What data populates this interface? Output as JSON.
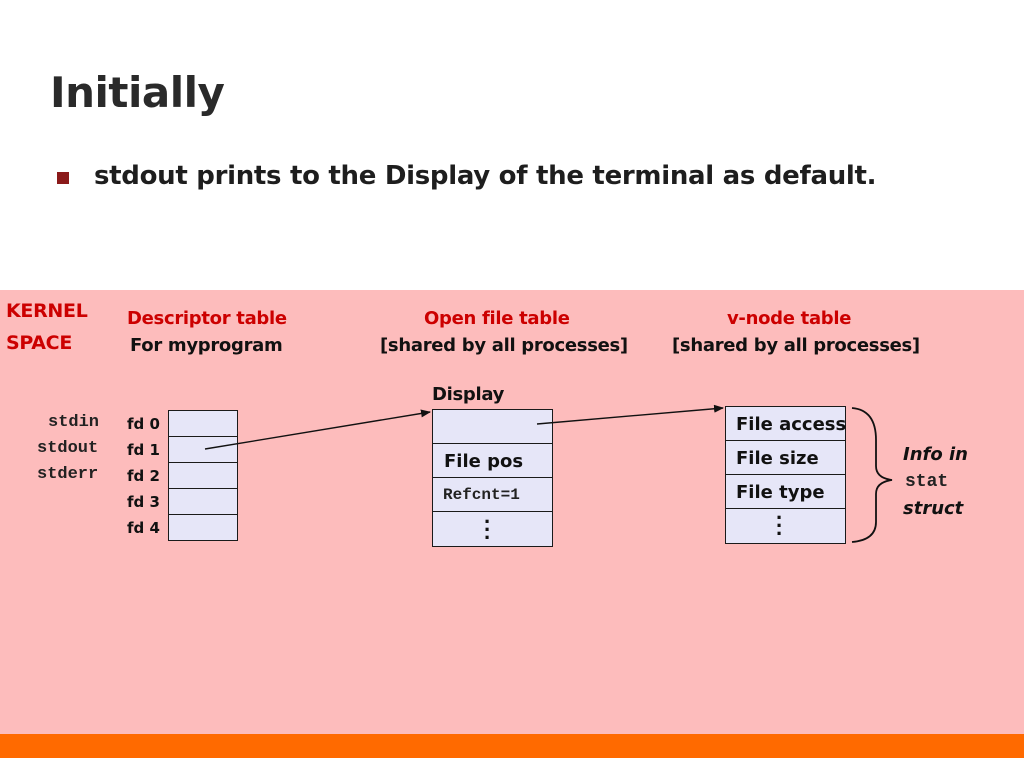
{
  "slide": {
    "title": "Initially",
    "bullet": "stdout prints to the Display of the terminal as default."
  },
  "kernel_label": [
    "KERNEL",
    "SPACE"
  ],
  "descriptor_table": {
    "header": "Descriptor table",
    "subheader": "For myprogram",
    "std_names": [
      "stdin",
      "stdout",
      "stderr"
    ],
    "fds": [
      "fd 0",
      "fd 1",
      "fd 2",
      "fd 3",
      "fd 4"
    ]
  },
  "open_file_table": {
    "header": "Open file table",
    "subheader": "[shared by all processes]",
    "entry_label": "Display",
    "fields": [
      "File pos",
      "Refcnt=1"
    ]
  },
  "vnode_table": {
    "header": "v-node table",
    "subheader": "[shared by all processes]",
    "fields": [
      "File access",
      "File size",
      "File type"
    ]
  },
  "info": {
    "line1": "Info in",
    "line2": "stat",
    "line3": "struct"
  },
  "colors": {
    "kernel_bg": "#fdbcbc",
    "accent_red": "#cc0000",
    "bar": "#ff6a00",
    "cell_fill": "#e6e6f8"
  }
}
